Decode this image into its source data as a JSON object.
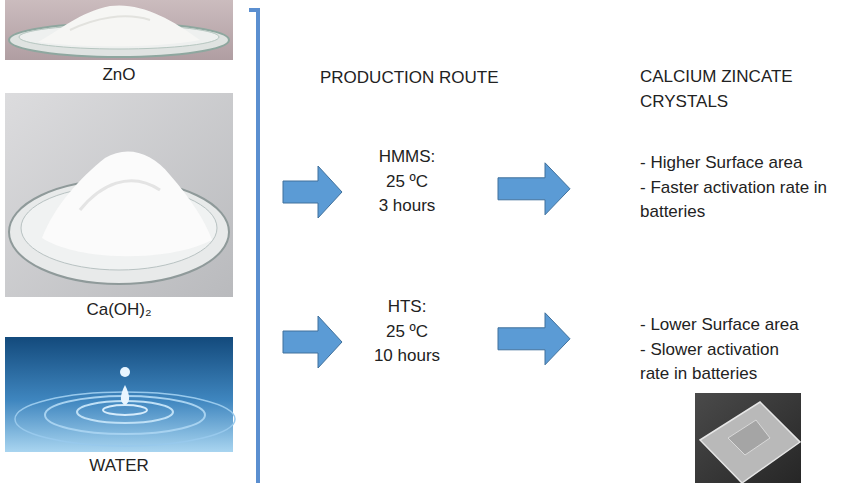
{
  "diagram": {
    "nodes": [
      {
        "text": [
          "HMMS:",
          "25 ºC",
          "3 hours"
        ]
      },
      {
        "text": [
          "- Higher Surface area",
          "- Faster activation rate in batteries"
        ]
      },
      {
        "text": [
          "HTS:",
          "25 ºC",
          "10 hours"
        ]
      },
      {
        "text": [
          "- Lower Surface area",
          "- Slower activation rate in batteries"
        ]
      }
    ],
    "edges": [
      {
        "from": 0,
        "to": 1,
        "arrow": "to"
      },
      {
        "from": 2,
        "to": 3,
        "arrow": "to"
      }
    ],
    "labels": [
      "ZnO",
      "Ca(OH)₂",
      "WATER",
      "PRODUCTION ROUTE",
      "CALCIUM ZINCATE CRYSTALS"
    ]
  }
}
